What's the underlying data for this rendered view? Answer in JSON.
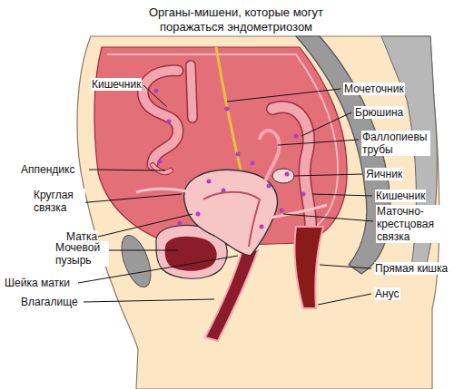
{
  "diagram": {
    "title": "Органы-мишени, которые могут поражаться эндометриозом",
    "labels": [
      "Кишечник",
      "Аппендикс",
      "Круглая связка",
      "Матка",
      "Мочевой пузырь",
      "Шейка матки",
      "Влагалище",
      "Мочеточник",
      "Брюшина",
      "Фаллопиевы трубы",
      "Яичник",
      "Кишечник",
      "Маточно-крестцовая связка",
      "Прямая кишка",
      "Анус"
    ]
  }
}
